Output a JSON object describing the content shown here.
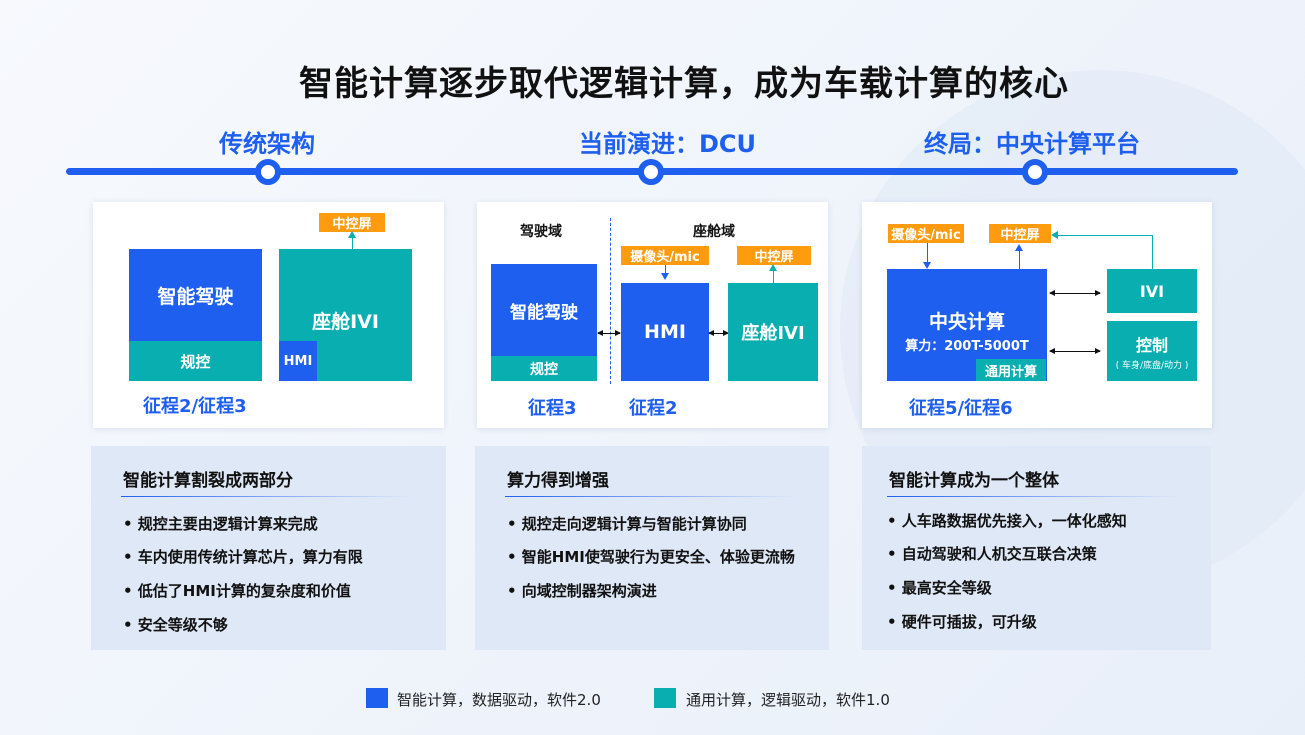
{
  "title": "智能计算逐步取代逻辑计算，成为车载计算的核心",
  "stages": [
    "传统架构",
    "当前演进：DCU",
    "终局：中央计算平台"
  ],
  "panel1": {
    "smart_drive": "智能驾驶",
    "control": "规控",
    "cockpit": "座舱IVI",
    "hmi": "HMI",
    "screen": "中控屏",
    "phase": "征程2/征程3"
  },
  "panel2": {
    "domain_drive": "驾驶域",
    "domain_cockpit": "座舱域",
    "smart_drive": "智能驾驶",
    "control": "规控",
    "camera": "摄像头/mic",
    "hmi": "HMI",
    "screen": "中控屏",
    "cockpit": "座舱IVI",
    "phase_left": "征程3",
    "phase_right": "征程2"
  },
  "panel3": {
    "camera": "摄像头/mic",
    "screen": "中控屏",
    "central": "中央计算",
    "power": "算力：200T-5000T",
    "general": "通用计算",
    "ivi": "IVI",
    "control": "控制",
    "control_sub": "( 车身/底盘/动力 )",
    "phase": "征程5/征程6"
  },
  "summaries": [
    {
      "heading": "智能计算割裂成两部分",
      "bullets": [
        "• 规控主要由逻辑计算来完成",
        "• 车内使用传统计算芯片，算力有限",
        "• 低估了HMI计算的复杂度和价值",
        "• 安全等级不够"
      ]
    },
    {
      "heading": "算力得到增强",
      "bullets": [
        "• 规控走向逻辑计算与智能计算协同",
        "• 智能HMI使驾驶行为更安全、体验更流畅",
        "• 向域控制器架构演进"
      ]
    },
    {
      "heading": "智能计算成为一个整体",
      "bullets": [
        "• 人车路数据优先接入，一体化感知",
        "• 自动驾驶和人机交互联合决策",
        "• 最高安全等级",
        "• 硬件可插拔，可升级"
      ]
    }
  ],
  "legend": [
    {
      "color": "#1e5ff0",
      "text": "智能计算，数据驱动，软件2.0"
    },
    {
      "color": "#08aeb0",
      "text": "通用计算，逻辑驱动，软件1.0"
    }
  ],
  "colors": {
    "blue": "#1e5ff0",
    "teal": "#08aeb0",
    "orange": "#ff9b0f"
  }
}
